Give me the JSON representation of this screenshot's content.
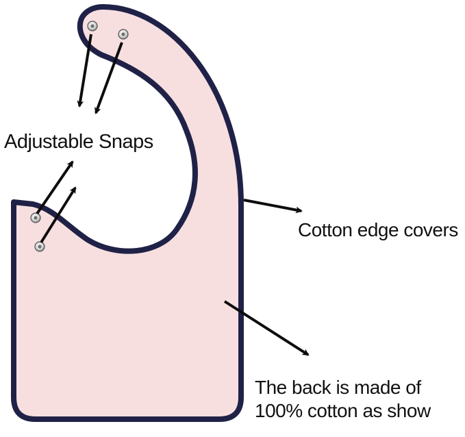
{
  "colors": {
    "fabric": "#f7dfe0",
    "binding": "#1f2147",
    "arrow": "#0d0d0d",
    "snap": "#c9c9c9",
    "background": "#ffffff"
  },
  "callouts": {
    "snaps": "Adjustable Snaps",
    "edge": "Cotton edge covers",
    "back_line1": "The back is made of",
    "back_line2": "100% cotton as show"
  }
}
